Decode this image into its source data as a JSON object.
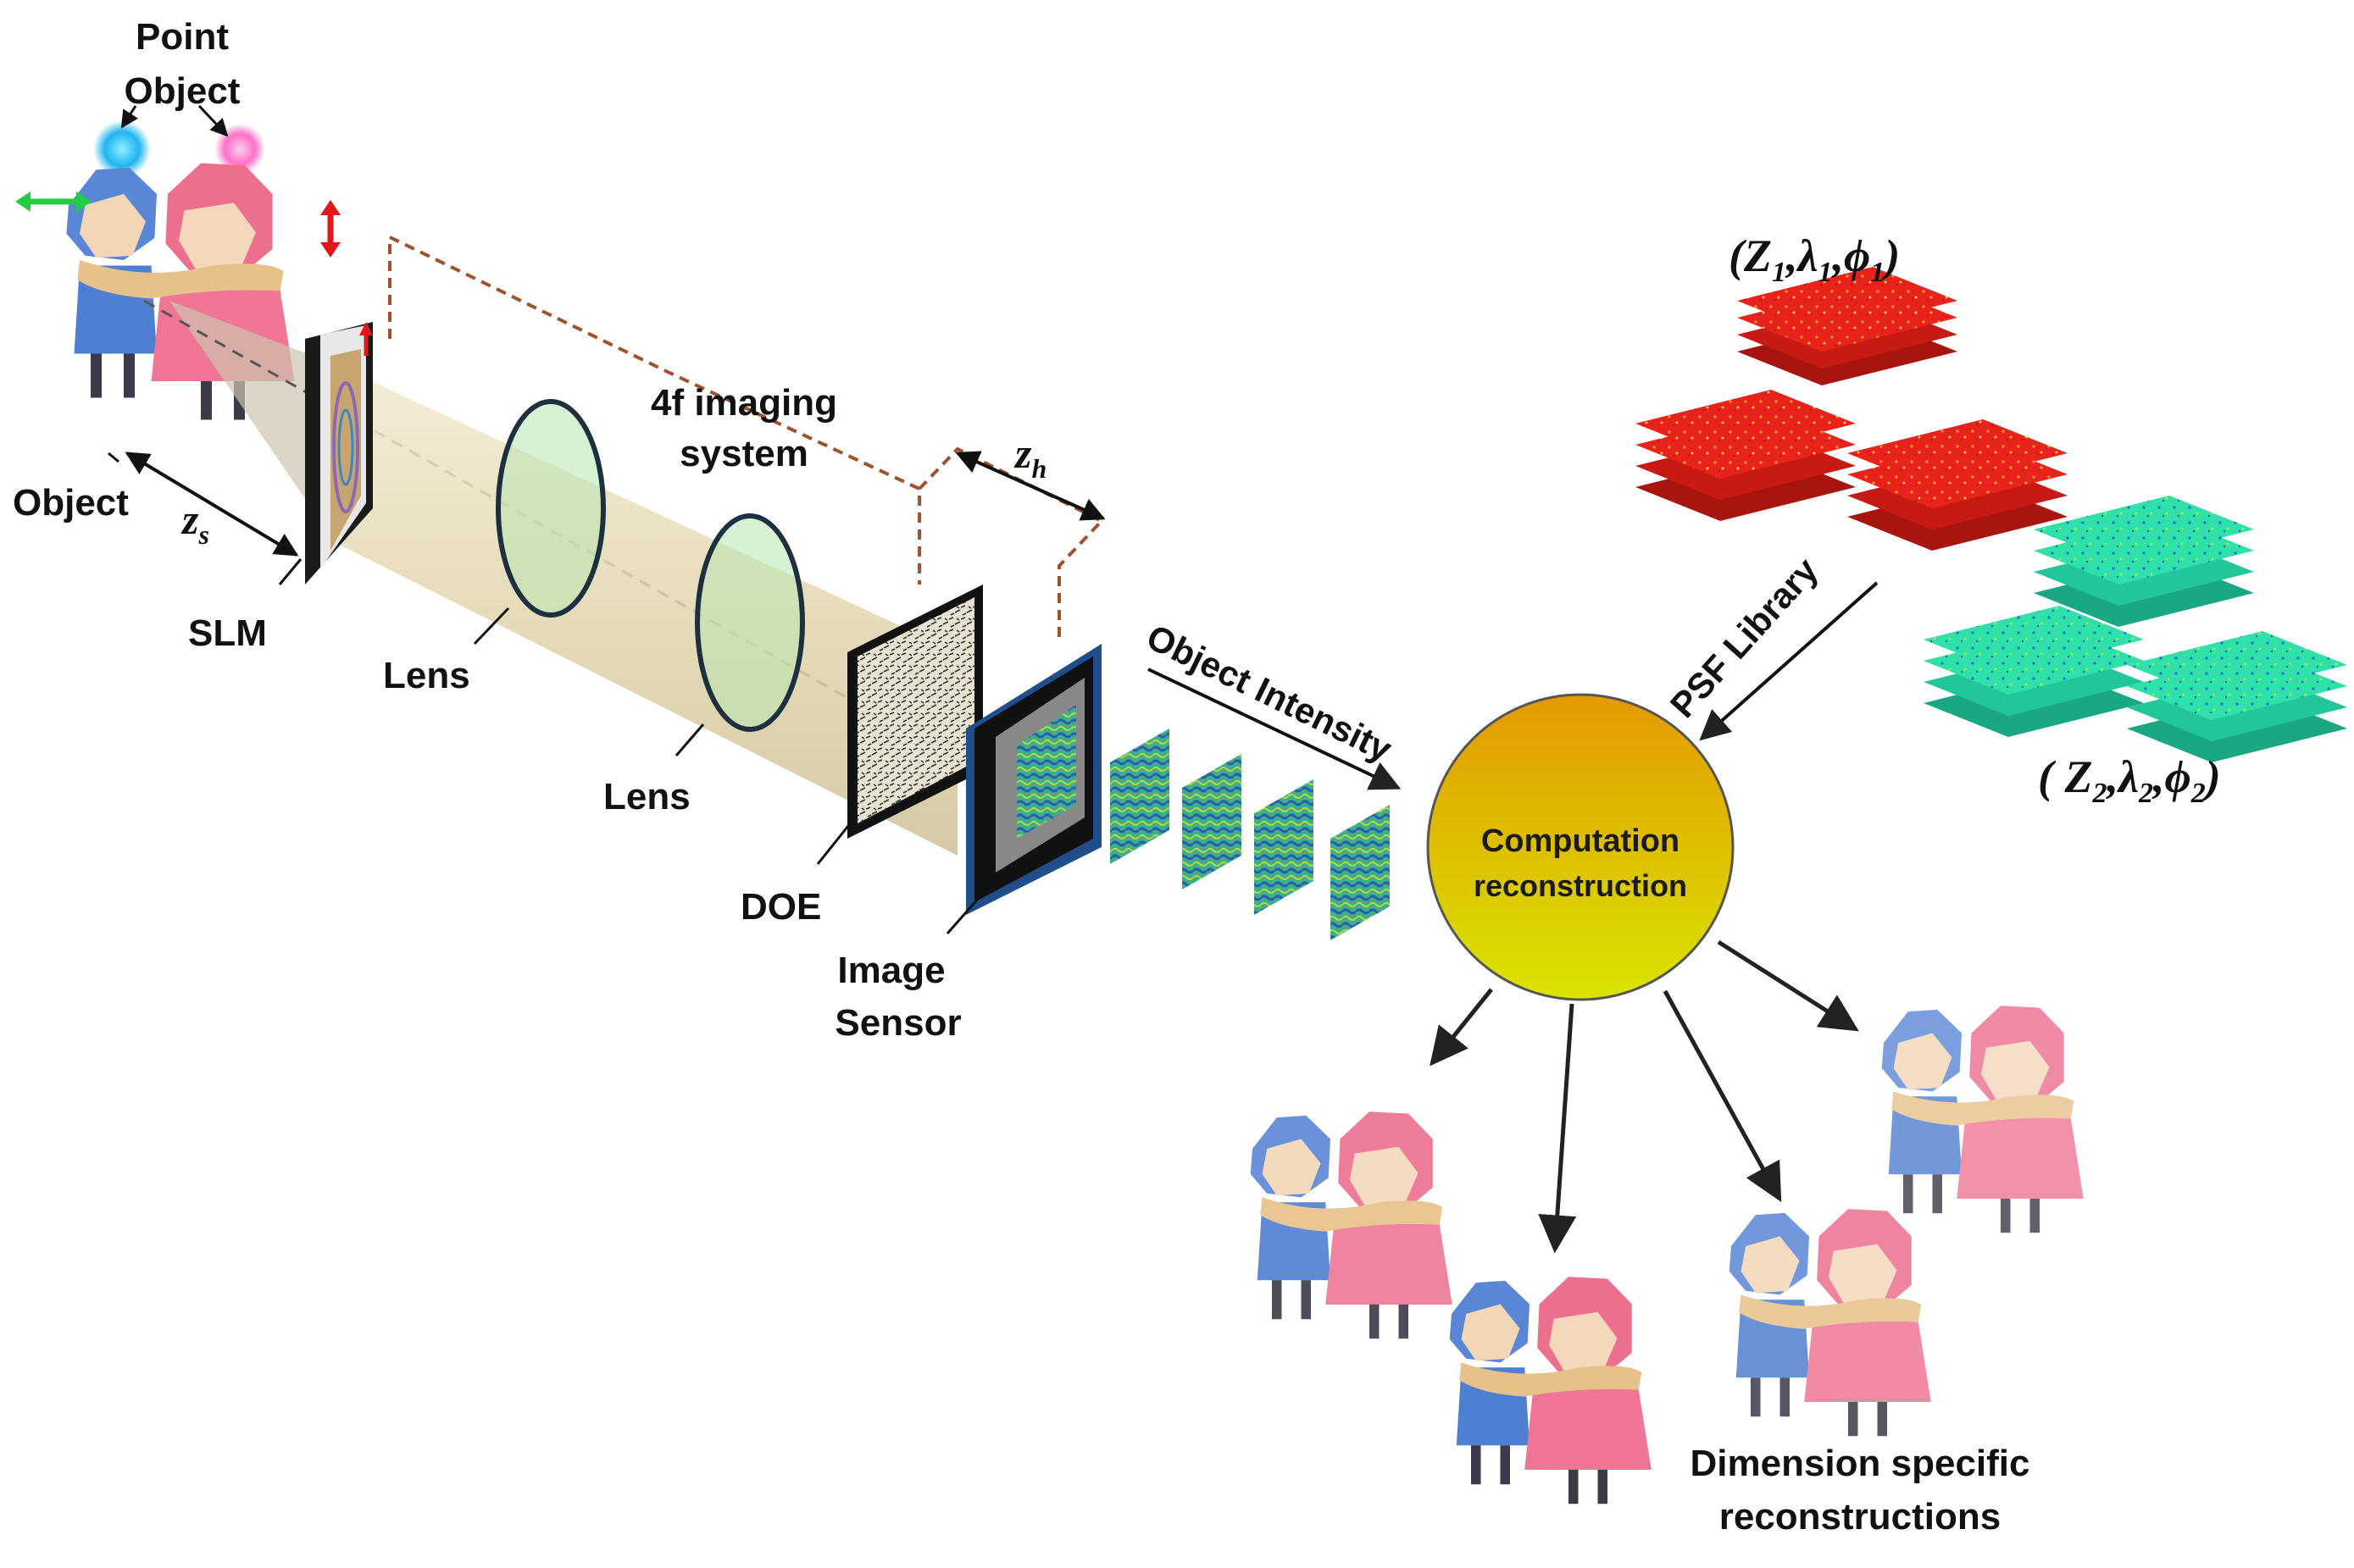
{
  "labels": {
    "point_object_line1": "Point",
    "point_object_line2": "Object",
    "object": "Object",
    "zs_main": "z",
    "zs_sub": "s",
    "slm": "SLM",
    "lens_1": "Lens",
    "lens_2": "Lens",
    "imaging_line1": "4f imaging",
    "imaging_line2": "system",
    "zh_main": "z",
    "zh_sub": "h",
    "doe": "DOE",
    "image_sensor_line1": "Image",
    "image_sensor_line2": "Sensor",
    "object_intensity": "Object Intensity",
    "computation_line1": "Computation",
    "computation_line2": "reconstruction",
    "psf_library": "PSF Library",
    "dimension_line1": "Dimension specific",
    "dimension_line2": "reconstructions"
  },
  "psf_sets": [
    {
      "open": "(",
      "z_main": "Z",
      "z_sub": "1",
      "sep1": ",",
      "lambda_main": "λ",
      "lambda_sub": "1",
      "sep2": ",",
      "phi_main": "ϕ",
      "phi_sub": "1",
      "close": ")",
      "color": "#e8281e"
    },
    {
      "open": "( ",
      "z_main": "Z",
      "z_sub": "2",
      "sep1": ",",
      "lambda_main": "λ",
      "lambda_sub": "2",
      "sep2": ",",
      "phi_main": "ϕ",
      "phi_sub": "2",
      "close": ")",
      "color": "#2ee0b0"
    }
  ],
  "colors": {
    "blue_figure": "#5b8ddc",
    "pink_figure": "#f07a9a",
    "beam": "#e8dcb4",
    "lens": "#b8e6b0",
    "dashed_frame": "#a0522d",
    "circle_top": "#e8a000",
    "circle_bottom": "#d8e000",
    "arrow_green": "#22cc44",
    "arrow_red": "#e01818"
  }
}
